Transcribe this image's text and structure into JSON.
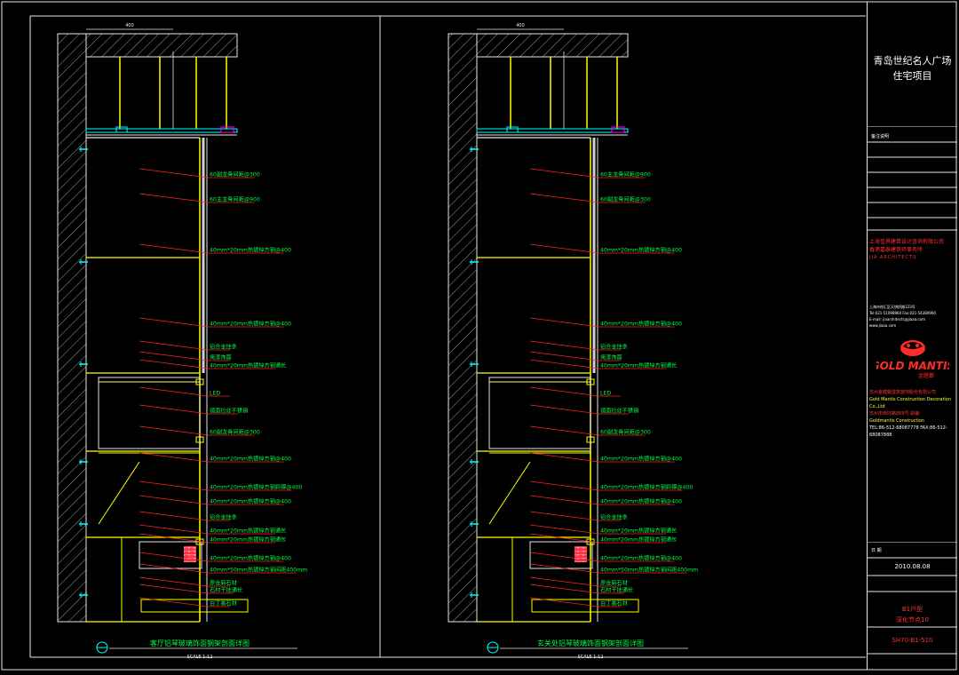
{
  "drawing_left": {
    "title": "客厅铝琴玻璃饰面钢架剖面详图",
    "scale": "SCALE  1:12",
    "dim_top": "400",
    "labels": [
      "60副龙骨间距@300",
      "60主龙骨间距@900",
      "40mm*20mm热镀锌方钢@400",
      "40mm*20mm热镀锌方钢@400",
      "铝合金挂条",
      "烤漆饰面",
      "40mm*20mm热镀锌方钢通长",
      "LED",
      "镜面拉丝不锈钢",
      "60副龙骨间距@300",
      "40mm*20mm热镀锌方钢@400",
      "40mm*20mm热镀锌方钢斜撑@400",
      "40mm*20mm热镀锌方钢@400",
      "铝合金挂条",
      "40mm*20mm热镀锌方钢通长",
      "40mm*20mm热镀锌方钢通长",
      "40mm*20mm热镀锌方钢@400",
      "40mm*50mm热镀锌方钢间距400mm",
      "原金麻石材",
      "石材干挂通长",
      "白丁香石材"
    ]
  },
  "drawing_right": {
    "title": "玄关处铝琴玻璃饰面钢架剖面详图",
    "scale": "SCALE  1:12",
    "dim_top": "400",
    "labels": [
      "60主龙骨间距@900",
      "60副龙骨间距@300",
      "40mm*20mm热镀锌方钢@400",
      "40mm*20mm热镀锌方钢@400",
      "铝合金挂条",
      "烤漆饰面",
      "40mm*20mm热镀锌方钢通长",
      "LED",
      "镜面拉丝不锈钢",
      "60副龙骨间距@300",
      "40mm*20mm热镀锌方钢@400",
      "40mm*20mm热镀锌方钢斜撑@400",
      "40mm*20mm热镀锌方钢@400",
      "铝合金挂条",
      "40mm*20mm热镀锌方钢通长",
      "40mm*20mm热镀锌方钢通长",
      "40mm*20mm热镀锌方钢@400",
      "40mm*50mm热镀锌方钢间距400mm",
      "原金麻石材",
      "石材干挂通长",
      "白丁香石材"
    ]
  },
  "title_block": {
    "project_line1": "青岛世纪名人广场",
    "project_line2": "住宅项目",
    "notes_label": "备注说明",
    "firm_cn_1": "上海佳界建筑设计咨询有限公司",
    "firm_cn_2": "香港嘉泰建筑师事务所",
    "firm_en": "JIA ARCHITECTS",
    "address": "上海市徐汇区天钥桥路123号",
    "tel": "Tel:021-51098960  Fax:021-54380960",
    "email": "E-mail: jiaarchitects@jiaaa.com",
    "web": "www.jiaaa.com",
    "logo_text": "GOLD MANTIS",
    "logo_sub": "金螳螂",
    "contractor_cn": "苏州金螳螂建筑装饰股份有限公司",
    "contractor_en": "Gold Mantis Construction Decoration Co.,Ltd",
    "contractor_city": "苏州市西环路888号  邮编:",
    "contractor_web": "Goldmantis Construction",
    "contractor_tel": "TEL:86-512-68087778 FAX:86-512-68087888",
    "date_label": "日 期",
    "date": "2010.08.08",
    "sheet_name_1": "B1户型",
    "sheet_name_2": "深化节点10",
    "sheet_no": "SH70-B1-510"
  },
  "colors": {
    "background": "#000000",
    "frame": "#e9e9e9",
    "annotation": "#00ff44",
    "leader": "#ff2222",
    "steel": "#ffff00",
    "panel": "#ffffff",
    "hatch": "#bdbdbd",
    "accent": "#ff00ff",
    "cyan": "#00ffff",
    "title_red": "#ff3333"
  }
}
